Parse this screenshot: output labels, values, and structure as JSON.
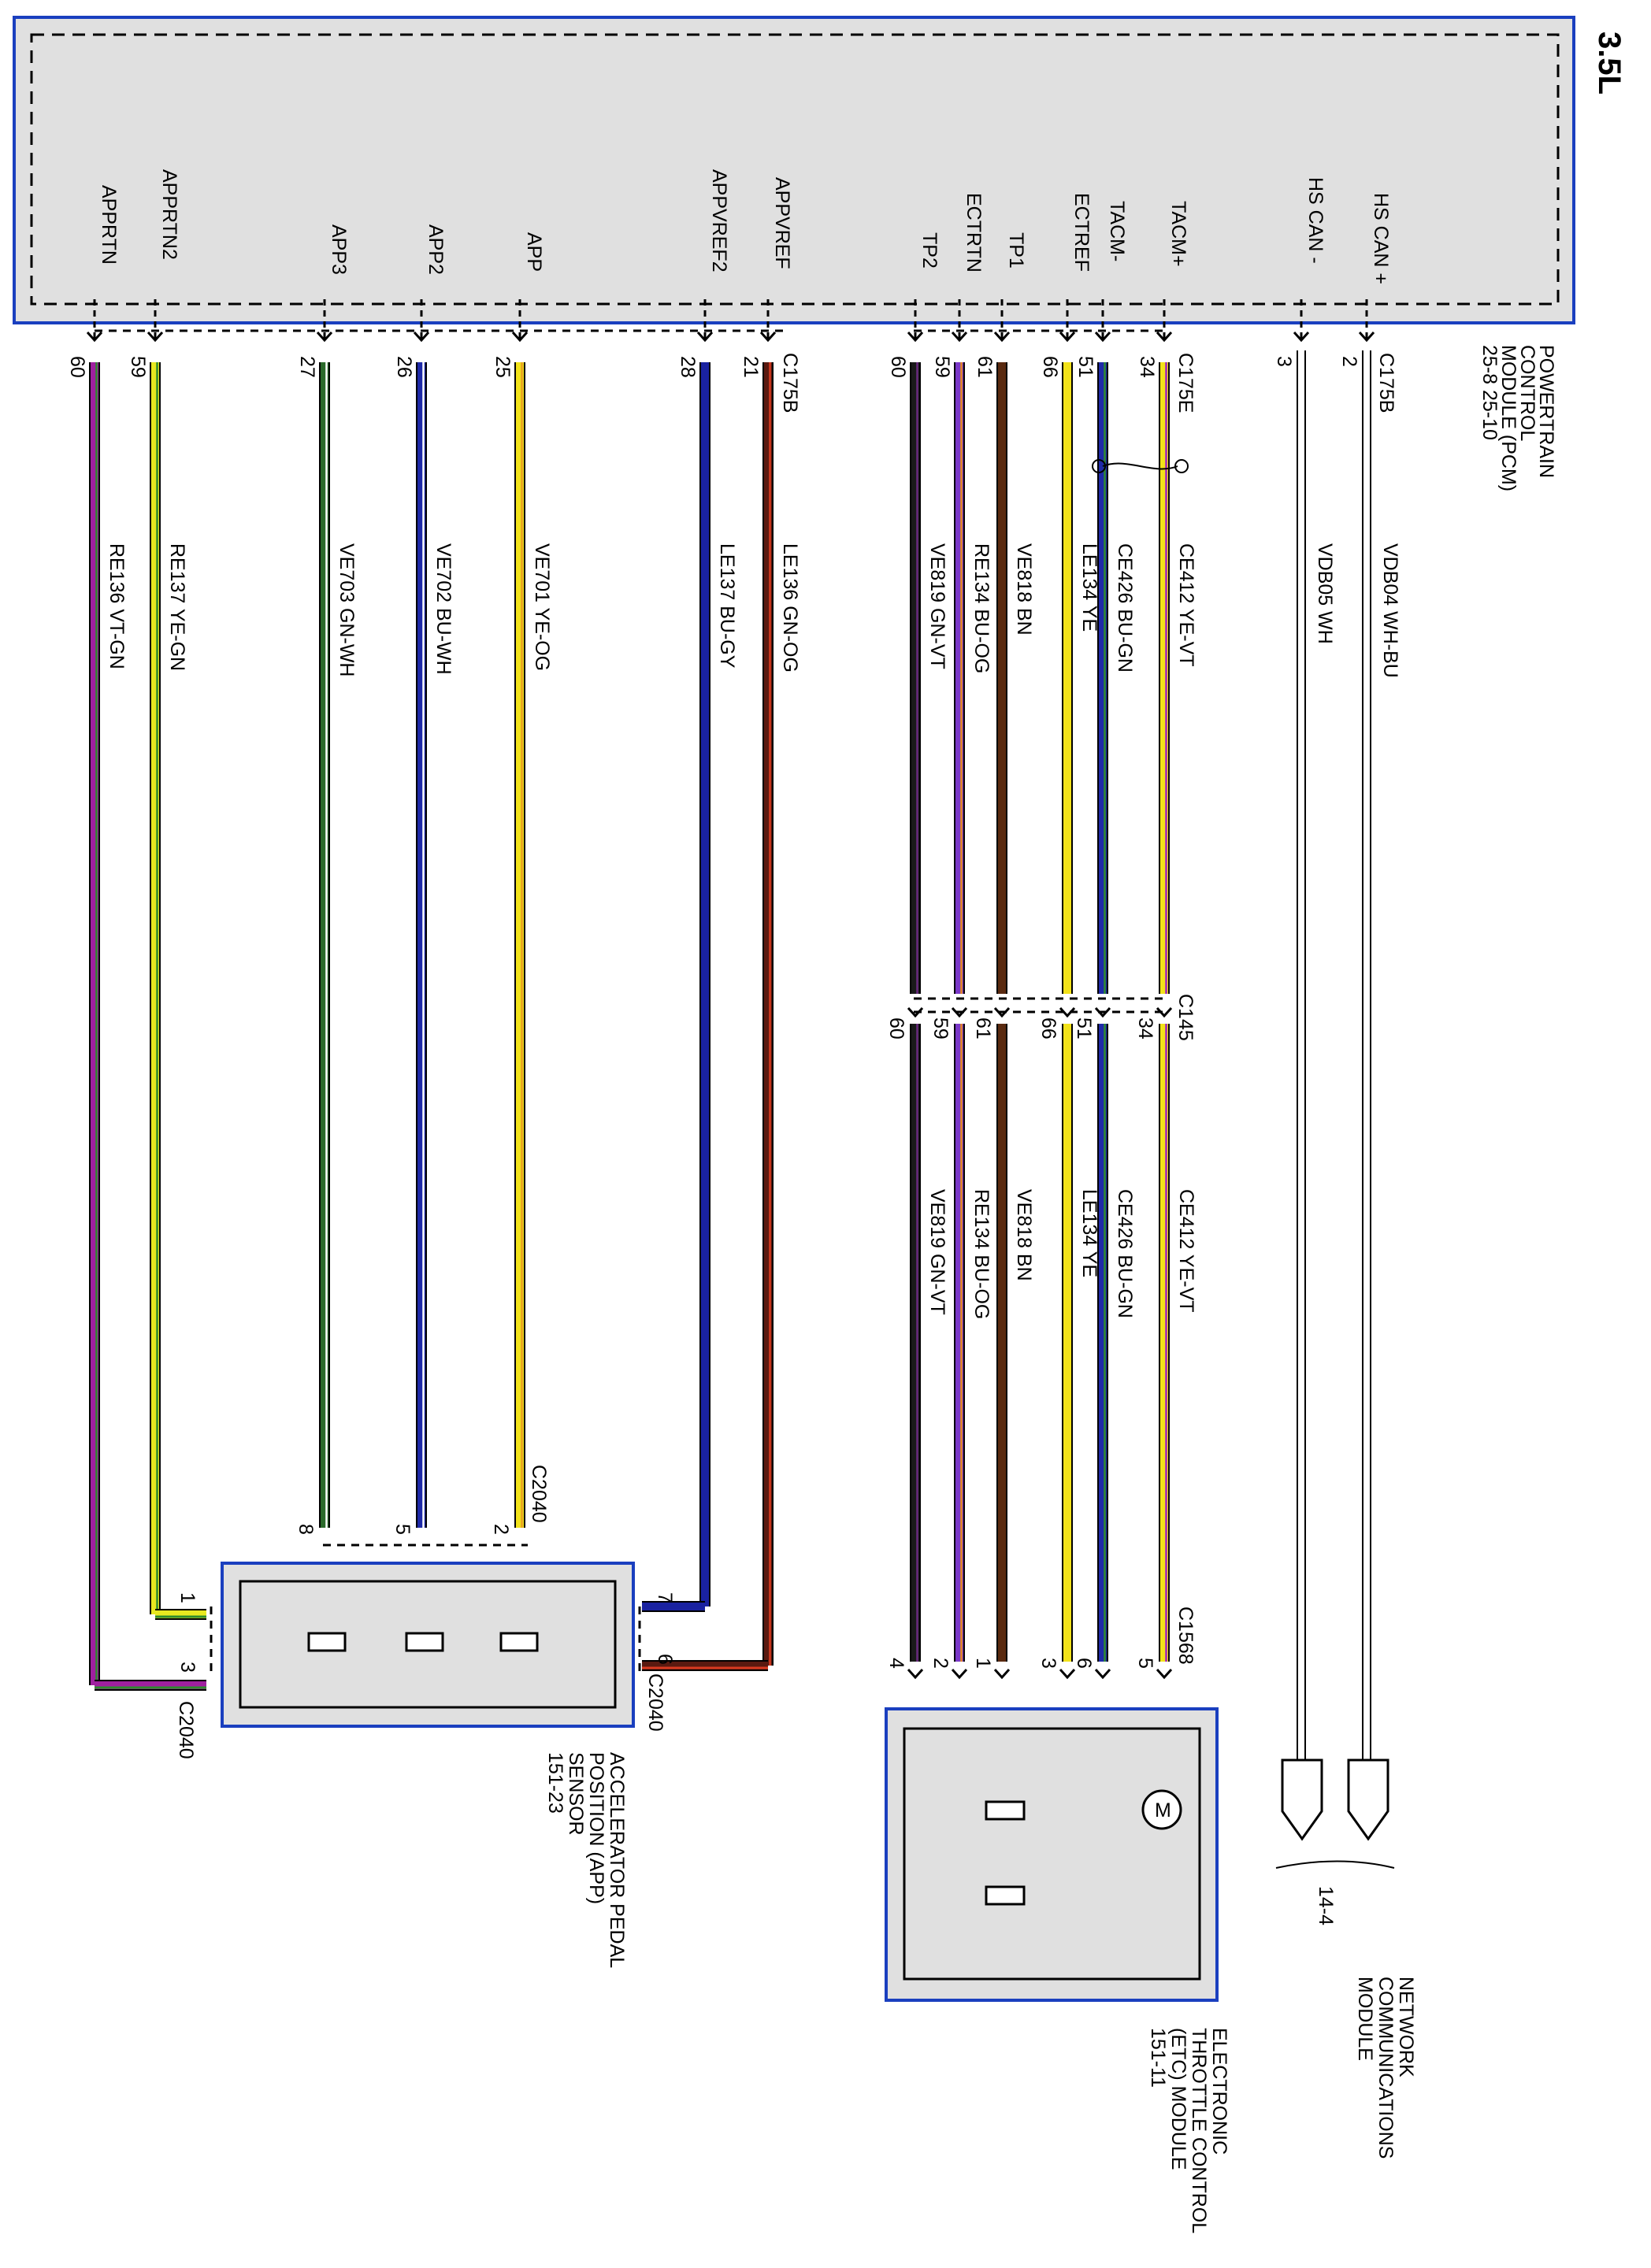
{
  "engine": "3.5L",
  "pcm": {
    "name_lines": [
      "POWERTRAIN",
      "CONTROL",
      "MODULE (PCM)",
      "25-8   25-10"
    ],
    "pins": [
      {
        "label": "HS CAN +",
        "num": "2"
      },
      {
        "label": "HS CAN -",
        "num": "3"
      },
      {
        "label": "TACM+",
        "num": "34"
      },
      {
        "label": "TACM-",
        "num": "51"
      },
      {
        "label": "ECTREF",
        "num": "66"
      },
      {
        "label": "TP1",
        "num": "61"
      },
      {
        "label": "ECTRTN",
        "num": "59"
      },
      {
        "label": "TP2",
        "num": "60"
      },
      {
        "label": "APPVREF",
        "num": "21"
      },
      {
        "label": "APPVREF2",
        "num": "28"
      },
      {
        "label": "APP",
        "num": "25"
      },
      {
        "label": "APP2",
        "num": "26"
      },
      {
        "label": "APP3",
        "num": "27"
      },
      {
        "label": "APPRTN2",
        "num": "59"
      },
      {
        "label": "APPRTN",
        "num": "60"
      }
    ]
  },
  "connectors": {
    "pcm_can": "C175B",
    "pcm_etc": "C175E",
    "pcm_app": "C175B",
    "inline": "C145",
    "etc": "C1568",
    "app_top": "C2040",
    "app_right": "C2040",
    "app_bottom": "C2040"
  },
  "wires_can": [
    {
      "circuit": "VDB04",
      "color": "WH-BU",
      "hex": "#ffffff",
      "stripe": "#1f3fbf"
    },
    {
      "circuit": "VDB05",
      "color": "WH",
      "hex": "#ffffff",
      "stripe": "#ffffff"
    }
  ],
  "wires_etc": [
    {
      "circuit": "CE412",
      "color": "YE-VT",
      "hex": "#f2e21a",
      "stripe": "#a020c0",
      "inline_pin": "34",
      "etc_pin": "5"
    },
    {
      "circuit": "CE426",
      "color": "BU-GN",
      "hex": "#1f2aa8",
      "stripe": "#2e8b2e",
      "inline_pin": "51",
      "etc_pin": "6"
    },
    {
      "circuit": "LE134",
      "color": "YE",
      "hex": "#f2e21a",
      "stripe": "#f2e21a",
      "inline_pin": "66",
      "etc_pin": "3"
    },
    {
      "circuit": "VE818",
      "color": "BN",
      "hex": "#5a2a10",
      "stripe": "#5a2a10",
      "inline_pin": "61",
      "etc_pin": "1"
    },
    {
      "circuit": "RE134",
      "color": "BU-OG",
      "hex": "#7a38c8",
      "stripe": "#e88a20",
      "inline_pin": "59",
      "etc_pin": "2"
    },
    {
      "circuit": "VE819",
      "color": "GN-VT",
      "hex": "#1a1a1a",
      "stripe": "#6a2a80",
      "inline_pin": "60",
      "etc_pin": "4"
    }
  ],
  "wires_app": [
    {
      "circuit": "LE136",
      "color": "GN-OG",
      "hex": "#5a1a10",
      "stripe": "#d83a20",
      "app_pin": "6"
    },
    {
      "circuit": "LE137",
      "color": "BU-GY",
      "hex": "#1a22a0",
      "stripe": "#1a22a0",
      "app_pin": "7"
    },
    {
      "circuit": "VE701",
      "color": "YE-OG",
      "hex": "#f2e21a",
      "stripe": "#e8a020",
      "app_pin": "2"
    },
    {
      "circuit": "VE702",
      "color": "BU-WH",
      "hex": "#1f2aa8",
      "stripe": "#ffffff",
      "app_pin": "5"
    },
    {
      "circuit": "VE703",
      "color": "GN-WH",
      "hex": "#2a6a2a",
      "stripe": "#ffffff",
      "app_pin": "8"
    },
    {
      "circuit": "RE137",
      "color": "YE-GN",
      "hex": "#e8e820",
      "stripe": "#2e8b2e",
      "app_pin": "1"
    },
    {
      "circuit": "RE136",
      "color": "VT-GN",
      "hex": "#a020a0",
      "stripe": "#2e8b2e",
      "app_pin": "3"
    }
  ],
  "mcn": {
    "lines": [
      "MODULE",
      "COMMUNICATIONS",
      "NETWORK"
    ],
    "ref": "14-4"
  },
  "etc_module": {
    "lines": [
      "ELECTRONIC",
      "THROTTLE CONTROL",
      "(ETC) MODULE",
      "151-11"
    ],
    "motor": "M"
  },
  "app_sensor": {
    "lines": [
      "ACCELERATOR PEDAL",
      "POSITION (APP)",
      "SENSOR",
      "151-23"
    ]
  },
  "colors": {
    "module_fill": "#e0e0e0",
    "module_border": "#1a3fbf"
  }
}
